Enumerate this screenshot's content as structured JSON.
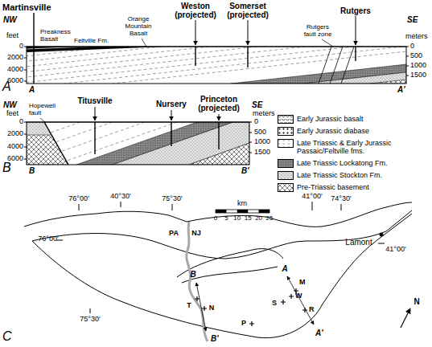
{
  "diagram": {
    "labels": [
      "Martinsville",
      "NW",
      "feet",
      "0",
      "2000",
      "4000",
      "6000",
      "Preakness Basalt",
      "Feltville Fm.",
      "Orange Mountain Basalt",
      "Weston (projected)",
      "Somerset (projected)",
      "Rutgers",
      "Rutgers fault zone",
      "SE",
      "meters",
      "0",
      "500",
      "1000",
      "1500",
      "A",
      "A",
      "A'",
      "NW",
      "Hopewell fault",
      "Titusville",
      "Nursery",
      "Princeton (projected)",
      "SE",
      "feet",
      "0",
      "2000",
      "4000",
      "6000",
      "meters",
      "0",
      "500",
      "1000",
      "1500",
      "B",
      "B",
      "B'",
      "76°00'",
      "40°30'",
      "75°30'",
      "41°00'",
      "74°30'",
      "km",
      "0",
      "5",
      "10",
      "15",
      "20",
      "25",
      "PA",
      "NJ",
      "76°00'",
      "Lamont",
      "41°00'",
      "B",
      "A",
      "M",
      "W",
      "S",
      "R",
      "T",
      "N",
      "P",
      "75°30'",
      "B'",
      "A'",
      "N",
      "C"
    ],
    "legend": [
      {
        "text": "Early Jurassic basalt"
      },
      {
        "text": "Early Jurassic diabase"
      },
      {
        "text": "Late Triassic & Early Jurassic Passaic/Feltville fms."
      },
      {
        "text": "Late Triassic Lockatong Fm."
      },
      {
        "text": "Late Triassic Stockton Fm."
      },
      {
        "text": "Pre-Triassic basement"
      }
    ]
  }
}
